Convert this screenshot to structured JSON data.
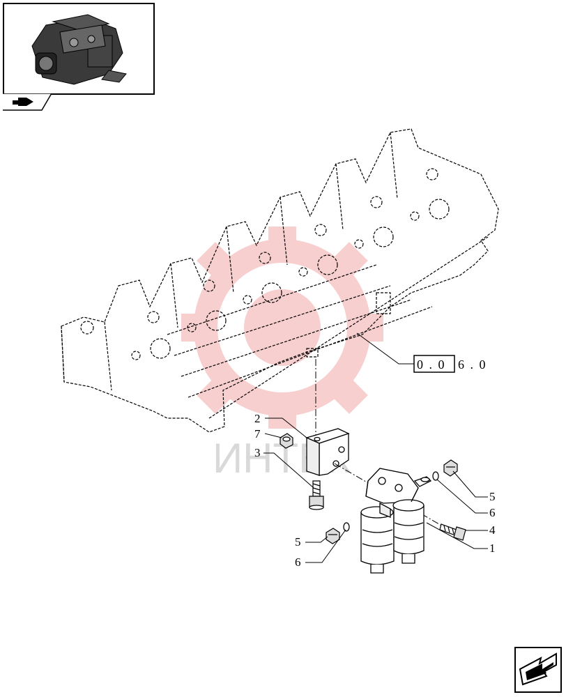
{
  "watermark": {
    "text": "ИНТЕК",
    "gear_color": "#f3a8a8"
  },
  "reference": {
    "boxed": "0 . 0",
    "suffix": "6 . 0"
  },
  "callouts": {
    "c1": "1",
    "c2": "2",
    "c3": "3",
    "c4": "4",
    "c5a": "5",
    "c5b": "5",
    "c6a": "6",
    "c6b": "6",
    "c7": "7"
  },
  "icons": {
    "thumbnail": "engine-thumbnail-icon",
    "tab": "book-page-icon",
    "nav": "next-page-arrow-icon"
  },
  "colors": {
    "line": "#000000",
    "watermark_red": "#f3a8a8",
    "watermark_gray": "#d9d9d9"
  }
}
